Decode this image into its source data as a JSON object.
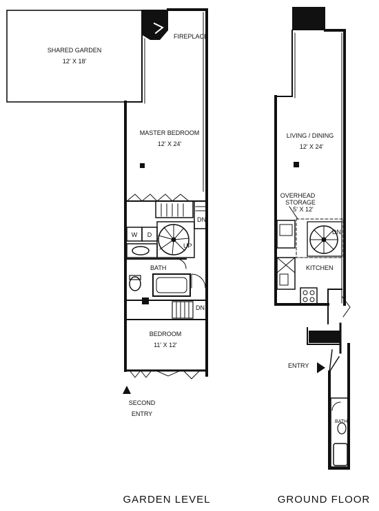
{
  "garden_level": {
    "caption": "GARDEN LEVEL",
    "shared_garden": {
      "name": "SHARED GARDEN",
      "dims": "12' X 18'"
    },
    "fireplace": "FIREPLACE",
    "master_bedroom": {
      "name": "MASTER BEDROOM",
      "dims": "12' X 24'"
    },
    "washer": "W",
    "dryer": "D",
    "stair_up": "UP",
    "stair_down_top": "DN",
    "bath": "BATH",
    "stair_down_lower": "DN",
    "bedroom": {
      "name": "BEDROOM",
      "dims": "11' X 12'"
    },
    "second_entry_line1": "SECOND",
    "second_entry_line2": "ENTRY"
  },
  "ground_floor": {
    "caption": "GROUND FLOOR",
    "living_dining": {
      "name": "LIVING / DINING",
      "dims": "12' X 24'"
    },
    "overhead_storage_line1": "OVERHEAD",
    "overhead_storage_line2": "STORAGE",
    "overhead_storage_dims": "5' X 12'",
    "stair_down": "DN",
    "kitchen": "KITCHEN",
    "entry": "ENTRY",
    "bath": "BATH"
  }
}
